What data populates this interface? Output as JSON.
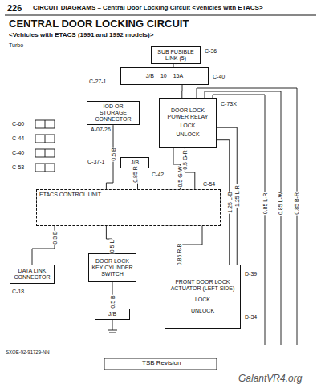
{
  "diagram": {
    "title": "CENTRAL DOOR LOCKING CIRCUIT",
    "nodes": [
      {
        "text": [
          "SUB FUSIBLE LINK (5)"
        ]
      },
      {
        "text": [
          "J/B",
          "10",
          "15A"
        ]
      },
      {
        "text": [
          "IOD OR STORAGE CONNECTOR"
        ]
      },
      {
        "text": [
          "DOOR LOCK POWER RELAY",
          "LOCK",
          "UNLOCK"
        ]
      },
      {
        "text": [
          "J/B"
        ]
      },
      {
        "text": [
          "ETACS CONTROL UNIT"
        ]
      },
      {
        "text": [
          "DATA LINK CONNECTOR"
        ]
      },
      {
        "text": [
          "DOOR LOCK KEY CYLINDER SWITCH"
        ]
      },
      {
        "text": [
          "J/B"
        ]
      },
      {
        "text": [
          "FRONT DOOR LOCK ACTUATOR (LEFT SIDE)",
          "LOCK",
          "UNLOCK"
        ]
      }
    ],
    "edges": [
      {
        "from": 0,
        "to": 1,
        "arrow": "none"
      },
      {
        "from": 1,
        "to": 3,
        "arrow": "none"
      },
      {
        "from": 2,
        "to": 5,
        "label": "0.5 B",
        "arrow": "none"
      },
      {
        "from": 4,
        "to": 5,
        "label": "0.85 R",
        "arrow": "none"
      },
      {
        "from": 3,
        "to": 5,
        "label": "0.5 G-W",
        "arrow": "none"
      },
      {
        "from": 3,
        "to": 5,
        "label": "0.5 G-R",
        "arrow": "none"
      },
      {
        "from": 5,
        "to": 6,
        "label": "0.3 B",
        "arrow": "none"
      },
      {
        "from": 5,
        "to": 7,
        "label": "0.5 L",
        "arrow": "none"
      },
      {
        "from": 7,
        "to": 8,
        "label": "0.5 B",
        "arrow": "none"
      },
      {
        "from": 5,
        "to": 9,
        "label": "0.85 R-B",
        "arrow": "none"
      },
      {
        "from": 3,
        "to": 9,
        "label": "1.25 L-R",
        "arrow": "none"
      },
      {
        "from": 3,
        "to": 9,
        "label": "1.25 L-B",
        "arrow": "none"
      }
    ],
    "labels": [
      "226",
      "CIRCUIT DIAGRAMS – Central Door Locking Circuit <Vehicles with ETACS>",
      "<Vehicles with ETACS (1991 and 1992 models)>",
      "Turbo",
      "C-36",
      "C-27-1",
      "C-40",
      "A-07-26",
      "C-37-1",
      "C-42",
      "C-54",
      "C-73X",
      "C-60",
      "C-44",
      "C-40",
      "C-53",
      "C-18",
      "D-39",
      "D-34",
      "0.85 L-R",
      "0.85 L-W",
      "0.85 B-R",
      "SXQE-92-91729-NN",
      "TSB Revision",
      "GalantVR4.org"
    ]
  }
}
